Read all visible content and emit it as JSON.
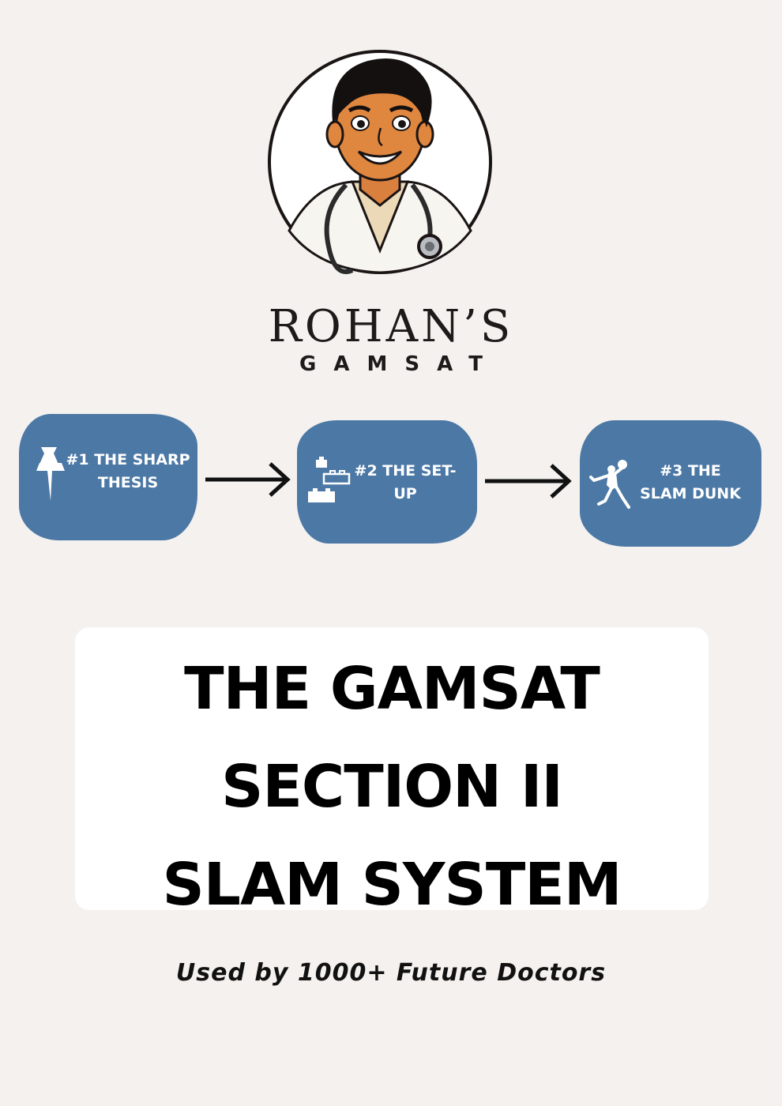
{
  "brand": {
    "name": "ROHAN’S",
    "sub": "GAMSAT",
    "logo_icon": "doctor-avatar-icon"
  },
  "steps": [
    {
      "label": "#1 THE SHARP THESIS",
      "icon": "pushpin-icon"
    },
    {
      "label": "#2 THE SET-UP",
      "icon": "building-blocks-icon"
    },
    {
      "label": "#3 THE SLAM DUNK",
      "icon": "basketball-dunk-icon"
    }
  ],
  "title": "THE GAMSAT SECTION II SLAM SYSTEM",
  "tagline": "Used by 1000+ Future Doctors",
  "colors": {
    "background": "#f4f1ee",
    "step_fill": "#4c78a5",
    "card": "#ffffff",
    "text": "#000000"
  }
}
